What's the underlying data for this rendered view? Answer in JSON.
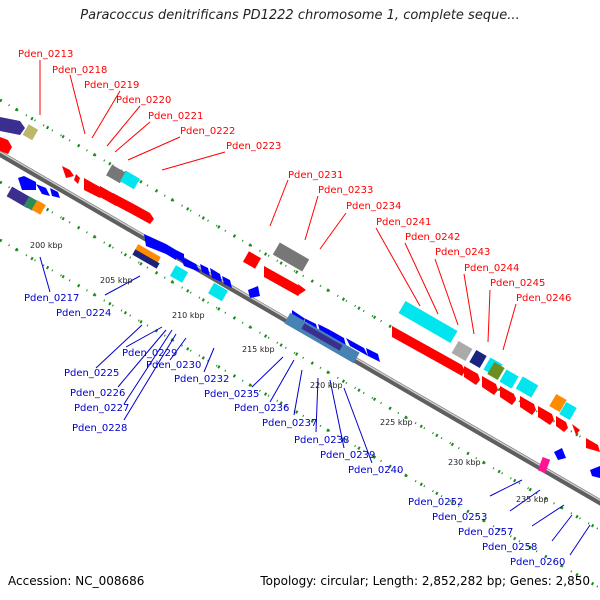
{
  "title": "Paracoccus denitrificans PD1222 chromosome 1, complete seque...",
  "footer": {
    "accession": "Accession: NC_008686",
    "topology": "Topology: circular; Length: 2,852,282 bp; Genes: 2,850"
  },
  "scale_labels": [
    "200 kbp",
    "205 kbp",
    "210 kbp",
    "215 kbp",
    "220 kbp",
    "225 kbp",
    "230 kbp",
    "235 kbp"
  ],
  "top_labels": [
    "Pden_0213",
    "Pden_0218",
    "Pden_0219",
    "Pden_0220",
    "Pden_0221",
    "Pden_0222",
    "Pden_0223",
    "Pden_0231",
    "Pden_0233",
    "Pden_0234",
    "Pden_0241",
    "Pden_0242",
    "Pden_0243",
    "Pden_0244",
    "Pden_0245",
    "Pden_0246"
  ],
  "bottom_labels": [
    "Pden_0217",
    "Pden_0224",
    "Pden_0225",
    "Pden_0229",
    "Pden_0226",
    "Pden_0230",
    "Pden_0227",
    "Pden_0232",
    "Pden_0228",
    "Pden_0235",
    "Pden_0236",
    "Pden_0237",
    "Pden_0238",
    "Pden_0239",
    "Pden_0240",
    "Pden_0252",
    "Pden_0253",
    "Pden_0257",
    "Pden_0258",
    "Pden_0260"
  ],
  "colors": {
    "forward_gene": "#ff0000",
    "reverse_gene": "#0000ff",
    "backbone": "#888888",
    "tick": "#008000",
    "cyan": "#00e5ee",
    "gray": "#777777",
    "navy": "#1a237e",
    "orange": "#ff8c00",
    "steel_blue": "#4682b4",
    "olive_green": "#6b8e23",
    "magenta": "#ff1493"
  }
}
